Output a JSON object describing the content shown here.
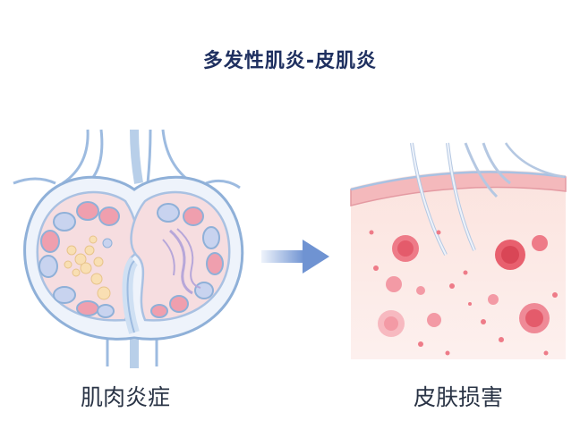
{
  "title": "多发性肌炎-皮肌炎",
  "left_caption": "肌肉炎症",
  "right_caption": "皮肤损害",
  "colors": {
    "title": "#1f3060",
    "outline_blue": "#8fb0d8",
    "muscle_pink": "#f6dde0",
    "skin_pink": "#fbe9e6",
    "lesion_red": "#e8606e",
    "arrow_blue": "#6f93d2"
  }
}
